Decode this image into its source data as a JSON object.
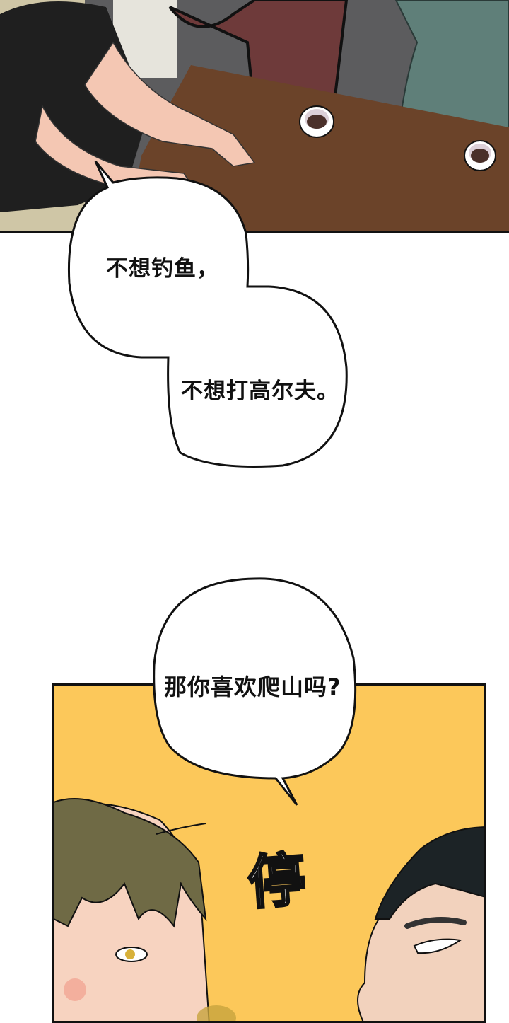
{
  "page": {
    "type": "webcomic-page",
    "colors": {
      "background": "#ffffff",
      "table_wood": "#6b4329",
      "panel2_bg": "#fcc85a",
      "outline": "#111111"
    }
  },
  "panels": [
    {
      "id": "panel-1",
      "description": "Three people seated around a wooden table with two coffee cups",
      "characters": [
        "man-black-tshirt",
        "person-brown-coat",
        "person-green-jacket"
      ],
      "props": [
        "wooden-table",
        "coffee-cup",
        "coffee-cup"
      ]
    },
    {
      "id": "panel-2",
      "description": "Close-up of two young men, yellow background",
      "characters": [
        "brown-haired-man",
        "black-haired-man"
      ],
      "sfx": "停"
    }
  ],
  "dialogue": [
    {
      "id": "bubble-1-line-1",
      "text": "不想钓鱼，"
    },
    {
      "id": "bubble-1-line-2",
      "text": "不想打高尔夫。"
    },
    {
      "id": "bubble-2",
      "text": "那你喜欢爬山吗?"
    }
  ]
}
